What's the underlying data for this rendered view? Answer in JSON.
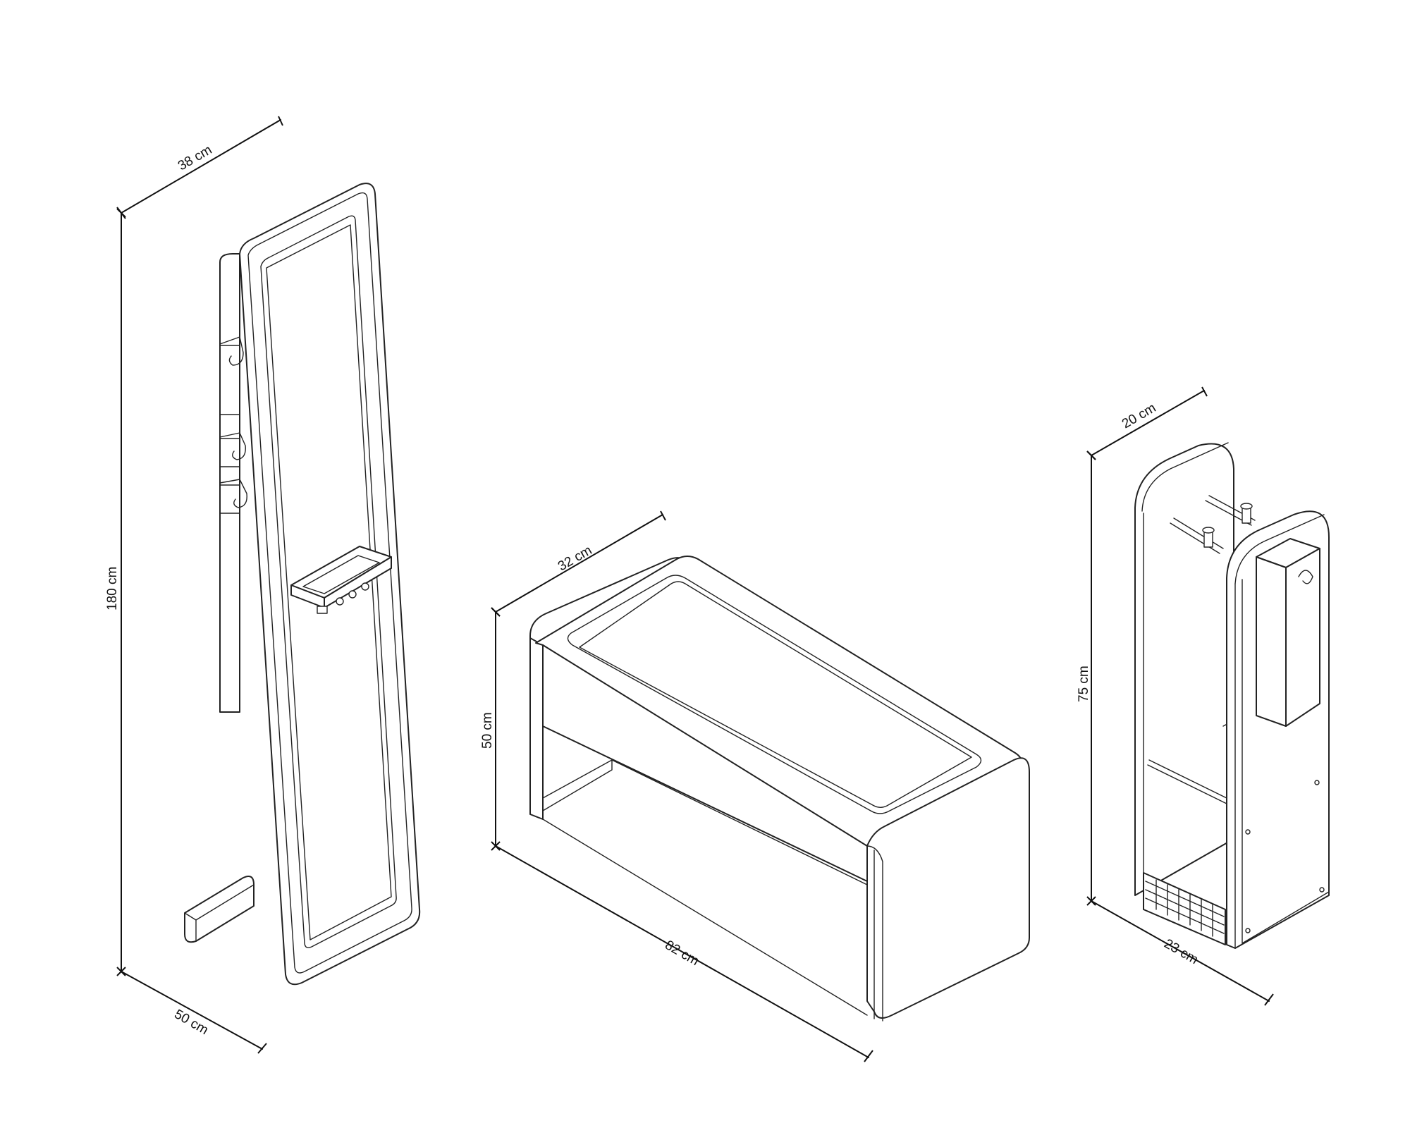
{
  "figure": {
    "items": [
      {
        "name": "Floor mirror",
        "dimensions": {
          "width": "38 cm",
          "height": "180 cm",
          "depth": "50 cm"
        }
      },
      {
        "name": "Bench",
        "dimensions": {
          "depth": "32 cm",
          "height": "50 cm",
          "width": "82 cm"
        }
      },
      {
        "name": "Umbrella stand",
        "dimensions": {
          "depth": "20 cm",
          "height": "75 cm",
          "width": "23 cm"
        }
      }
    ]
  },
  "colors": {
    "line": "#222222",
    "background": "#ffffff"
  }
}
